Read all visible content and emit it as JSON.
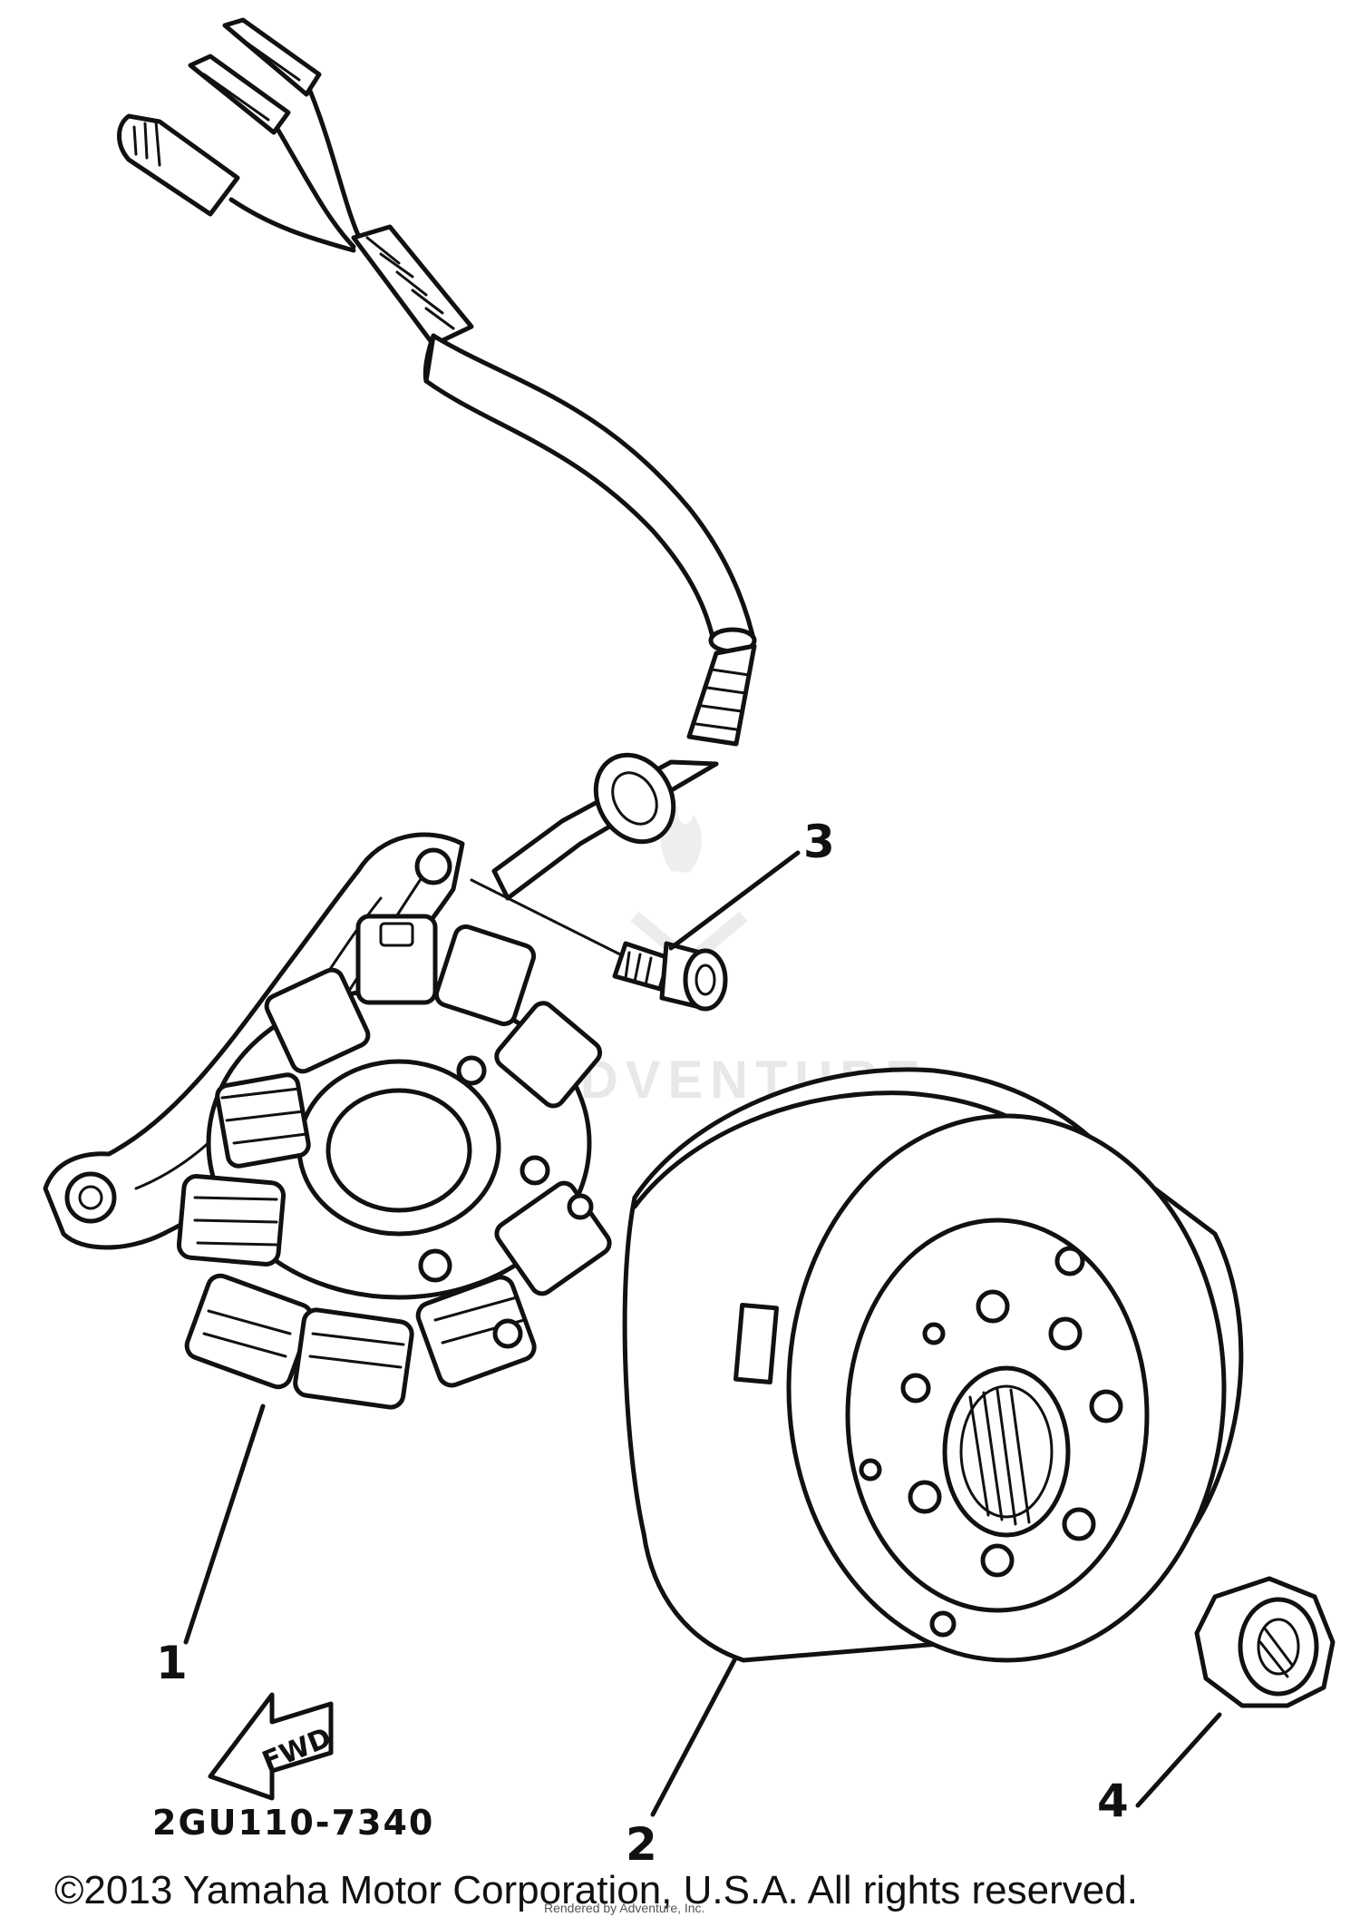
{
  "diagram": {
    "callouts": [
      {
        "id": "1",
        "label": "1"
      },
      {
        "id": "2",
        "label": "2"
      },
      {
        "id": "3",
        "label": "3"
      },
      {
        "id": "4",
        "label": "4"
      }
    ],
    "direction_label": "FWD",
    "part_code": "2GU110-7340",
    "watermark": "ADVENTURE",
    "copyright": "©2013 Yamaha Motor Corporation, U.S.A. All rights reserved.",
    "small_print": "Rendered by Adventure, Inc."
  }
}
